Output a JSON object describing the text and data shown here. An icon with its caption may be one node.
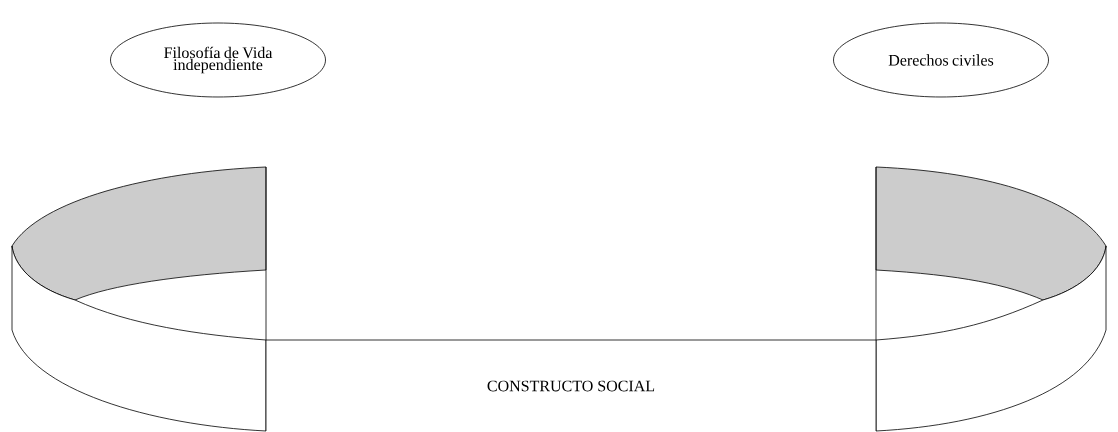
{
  "diagram": {
    "nodes": [
      {
        "text": [
          "Filosofía de Vida independiente"
        ]
      },
      {
        "text": [
          "Derechos civiles"
        ]
      },
      {
        "text": [
          "CONSTRUCTO SOCIAL"
        ]
      }
    ]
  }
}
